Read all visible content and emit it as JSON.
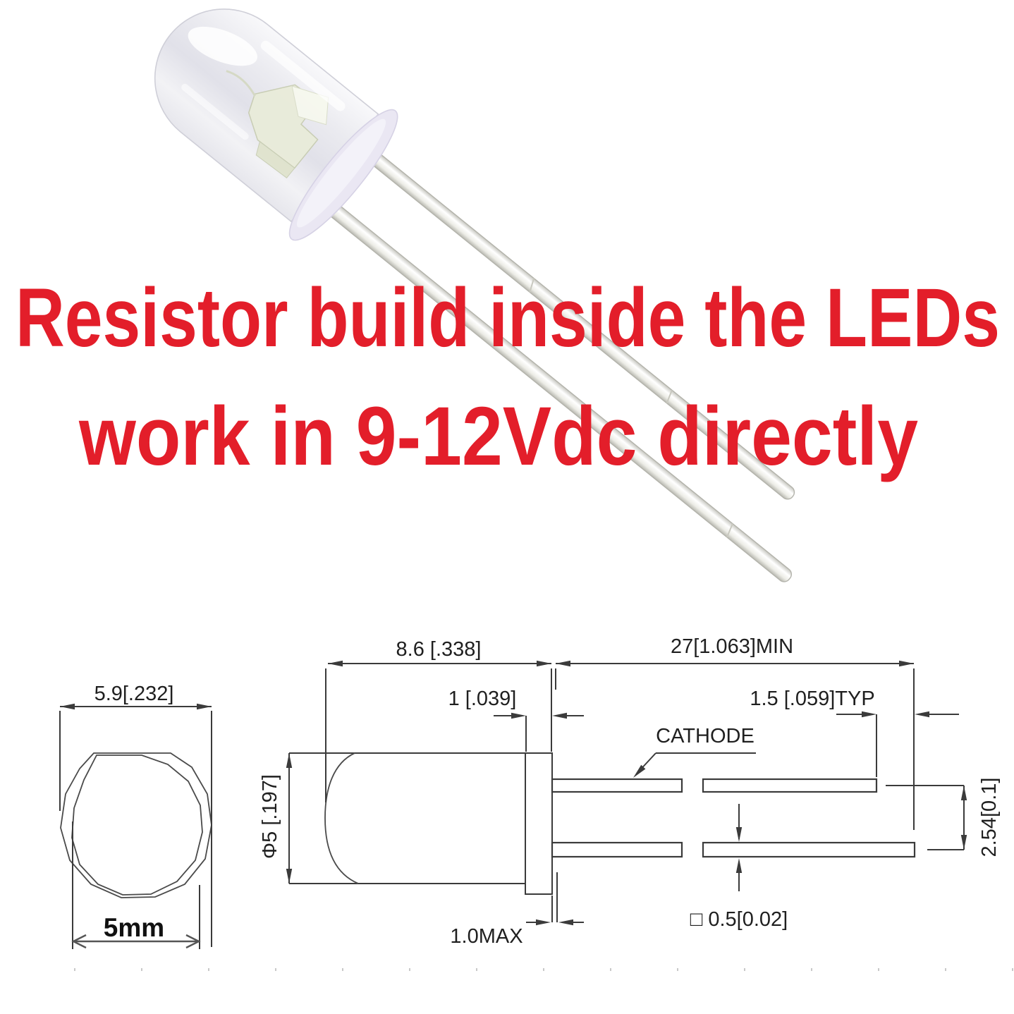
{
  "overlay": {
    "line1": "Resistor build inside the LEDs",
    "line2": "work in 9-12Vdc directly",
    "color": "#e31e2a"
  },
  "diagram": {
    "line_color": "#3b3b3b",
    "text_color": "#1f1f1f",
    "front_view": {
      "flange_diameter": "5.9[.232]",
      "body_diameter": "5mm"
    },
    "side_view": {
      "body_length": "8.6 [.338]",
      "lead_length": "27[1.063]MIN",
      "flange_thickness": "1 [.039]",
      "lead_tip_offset": "1.5 [.059]TYP",
      "cathode": "CATHODE",
      "body_diameter": "Φ5 [.197]",
      "lead_pitch": "2.54[0.1]",
      "lead_cross_section": "□ 0.5[0.02]",
      "standoff": "1.0MAX"
    }
  },
  "photo": {
    "led_colors": {
      "epoxy": "#ededf2",
      "flange_tint": "#e7e4f1",
      "lead_metal": "#f5f5f1",
      "lead_edge": "#bcbcb4"
    }
  }
}
